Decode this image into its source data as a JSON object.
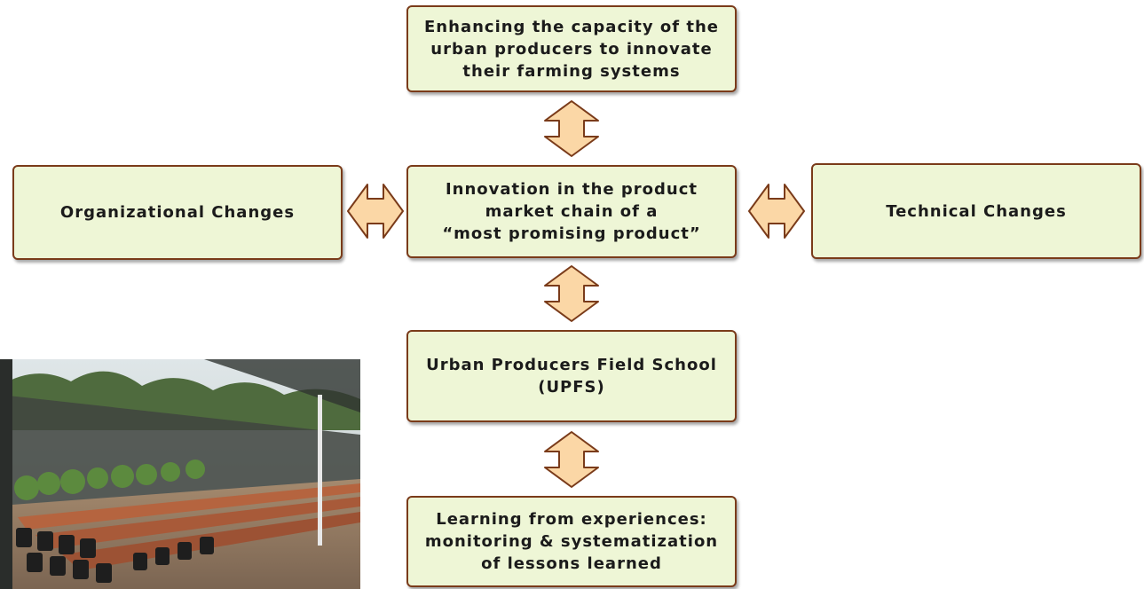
{
  "boxes": {
    "top": "Enhancing the capacity of the\nurban producers to innovate\ntheir farming systems",
    "left": "Organizational Changes",
    "center": "Innovation in the product\nmarket chain of a\n“most promising product”",
    "right": "Technical Changes",
    "upfs": "Urban Producers Field School\n(UPFS)",
    "bottom": "Learning from experiences:\nmonitoring & systematization\nof lessons learned"
  },
  "colors": {
    "box_fill": "#eef6d6",
    "box_border": "#7a3b1a",
    "arrow_fill": "#fbd7a6",
    "arrow_stroke": "#7a3b1a"
  },
  "photo": {
    "icon": "greenhouse-nursery-photo"
  }
}
